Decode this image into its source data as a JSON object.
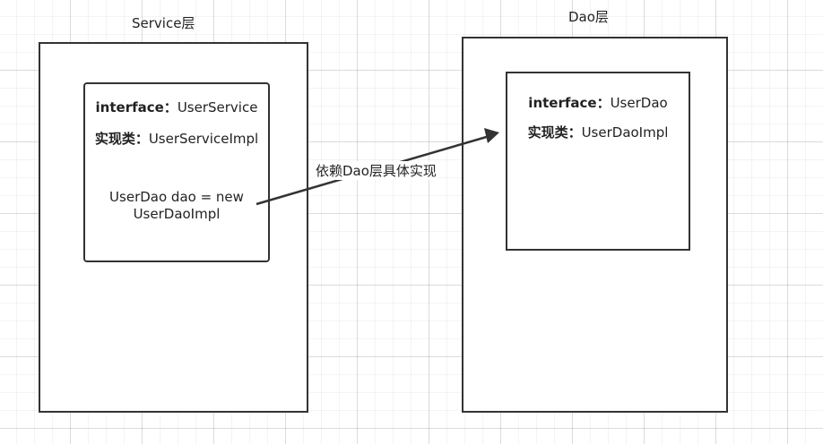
{
  "service_layer": {
    "title": "Service层",
    "inner": {
      "interface_key": "interface：",
      "interface_value": "UserService",
      "impl_key": "实现类：",
      "impl_value": "UserServiceImpl",
      "code_line1": "UserDao dao = new",
      "code_line2": "UserDaoImpl"
    }
  },
  "dao_layer": {
    "title": "Dao层",
    "inner": {
      "interface_key": "interface：",
      "interface_value": "UserDao",
      "impl_key": "实现类：",
      "impl_value": "UserDaoImpl"
    }
  },
  "dependency_arrow": {
    "label": "依赖Dao层具体实现"
  },
  "colors": {
    "stroke": "#333333",
    "text": "#222222",
    "background": "#ffffff"
  }
}
